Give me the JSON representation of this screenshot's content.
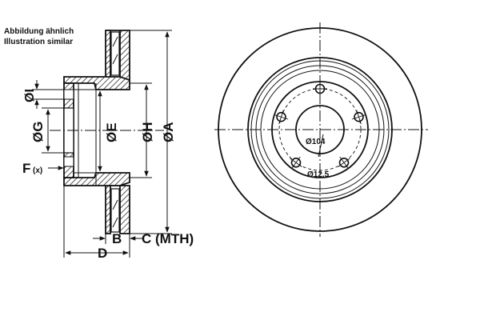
{
  "notes": {
    "line1": "Abbildung ähnlich",
    "line2": "Illustration similar"
  },
  "side_view": {
    "labels": {
      "dia_i": "ØI",
      "dia_g": "ØG",
      "dia_e": "ØE",
      "dia_h": "ØH",
      "dia_a": "ØA",
      "f": "F",
      "f_suffix": "(x)",
      "b": "B",
      "c": "C (MTH)",
      "d": "D"
    }
  },
  "front_view": {
    "labels": {
      "pcd": "Ø104",
      "bolt_hole": "Ø12,5"
    },
    "bolt_count": 5
  },
  "colors": {
    "line": "#111111",
    "background": "#ffffff"
  }
}
